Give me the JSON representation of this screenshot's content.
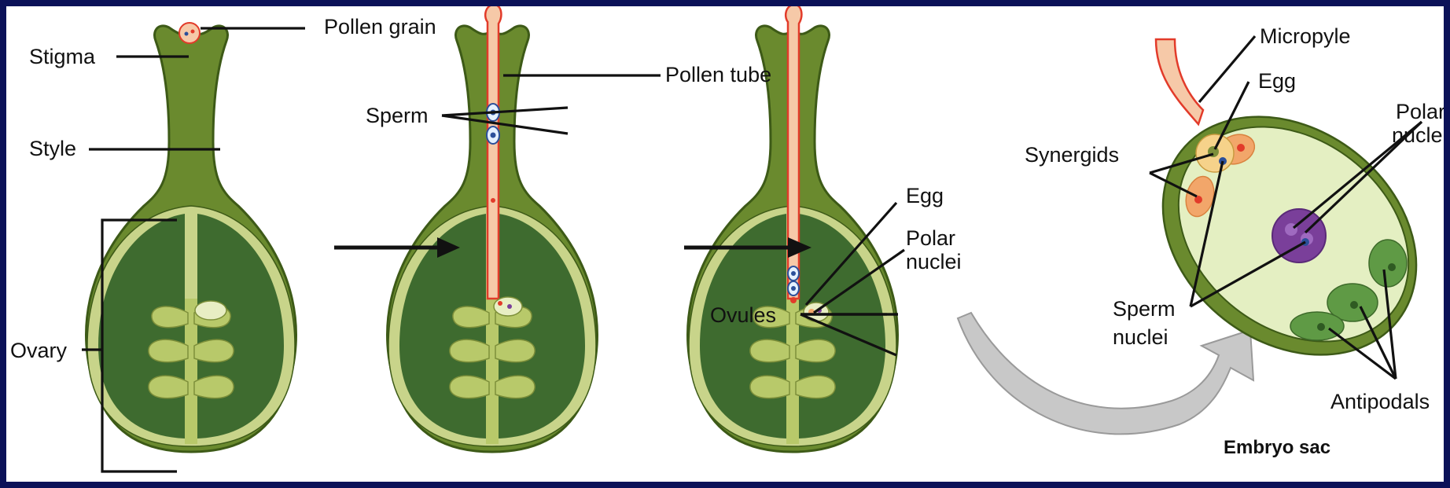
{
  "labels": {
    "pollen_grain": "Pollen grain",
    "stigma": "Stigma",
    "style": "Style",
    "ovary": "Ovary",
    "pollen_tube": "Pollen tube",
    "sperm": "Sperm",
    "egg": "Egg",
    "polar": "Polar",
    "nuclei": "nuclei",
    "ovules": "Ovules",
    "micropyle": "Micropyle",
    "egg_detail": "Egg",
    "polar_detail": "Polar",
    "nuclei_detail": "nuclei",
    "synergids": "Synergids",
    "sperm_nuclei_1": "Sperm",
    "sperm_nuclei_2": "nuclei",
    "antipodals": "Antipodals",
    "embryo_sac": "Embryo sac"
  },
  "colors": {
    "background_border": "#0b1158",
    "carpel_outer": "#6a8a2e",
    "carpel_outline": "#3d5a17",
    "ovary_inner": "#3e6b2f",
    "ovary_light": "#c8d48a",
    "ovule": "#b8c96a",
    "pollen_tube": "#f6c9a8",
    "pollen_tube_outline": "#e23b2a",
    "embryo_sac_fill": "#e4efc2",
    "polar_nuclei": "#7a3f9a",
    "antipodal": "#5f9a45",
    "synergid": "#f2a66a",
    "egg_cell": "#f6d28a",
    "sperm": "#2b4f9a",
    "big_arrow": "#c8c8c8"
  },
  "icons": {
    "process_arrow": "right-arrow-icon",
    "zoom_arrow": "curved-arrow-icon"
  }
}
